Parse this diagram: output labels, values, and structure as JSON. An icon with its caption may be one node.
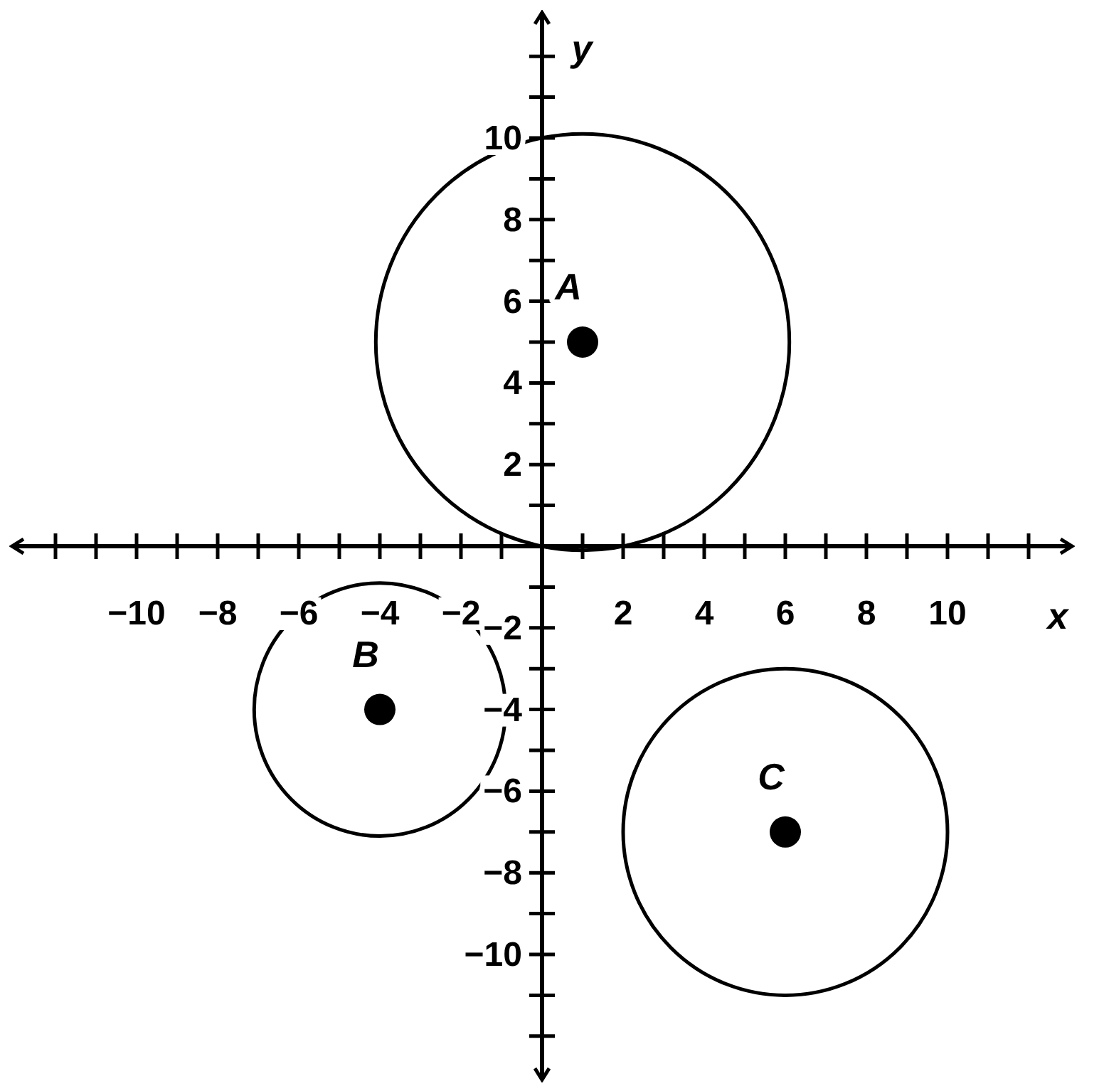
{
  "diagram": {
    "chart_data": {
      "type": "scatter",
      "xlabel": "x",
      "ylabel": "y",
      "x": [
        1,
        -4,
        6
      ],
      "series": [
        {
          "color": "#000000",
          "values": [
            5,
            -4,
            -7
          ]
        }
      ],
      "xlim": [
        -13,
        13
      ],
      "ylim": [
        -13,
        13
      ],
      "xticks": [
        {
          "value": -10,
          "label": "−10"
        },
        {
          "value": -8,
          "label": "−8"
        },
        {
          "value": -6,
          "label": "−6"
        },
        {
          "value": -4,
          "label": "−4"
        },
        {
          "value": -2,
          "label": "−2"
        },
        2,
        4,
        6,
        8,
        10
      ],
      "yticks": [
        10,
        8,
        6,
        4,
        2,
        {
          "value": -2,
          "label": "−2"
        },
        {
          "value": -4,
          "label": "−4"
        },
        {
          "value": -6,
          "label": "−6"
        },
        {
          "value": -8,
          "label": "−8"
        },
        {
          "value": -10,
          "label": "−10"
        }
      ],
      "annotations": [
        {
          "text": "A",
          "x": 1,
          "y": 5
        },
        {
          "text": "B",
          "x": -4,
          "y": -4
        },
        {
          "text": "C",
          "x": 6,
          "y": -7
        }
      ]
    }
  }
}
